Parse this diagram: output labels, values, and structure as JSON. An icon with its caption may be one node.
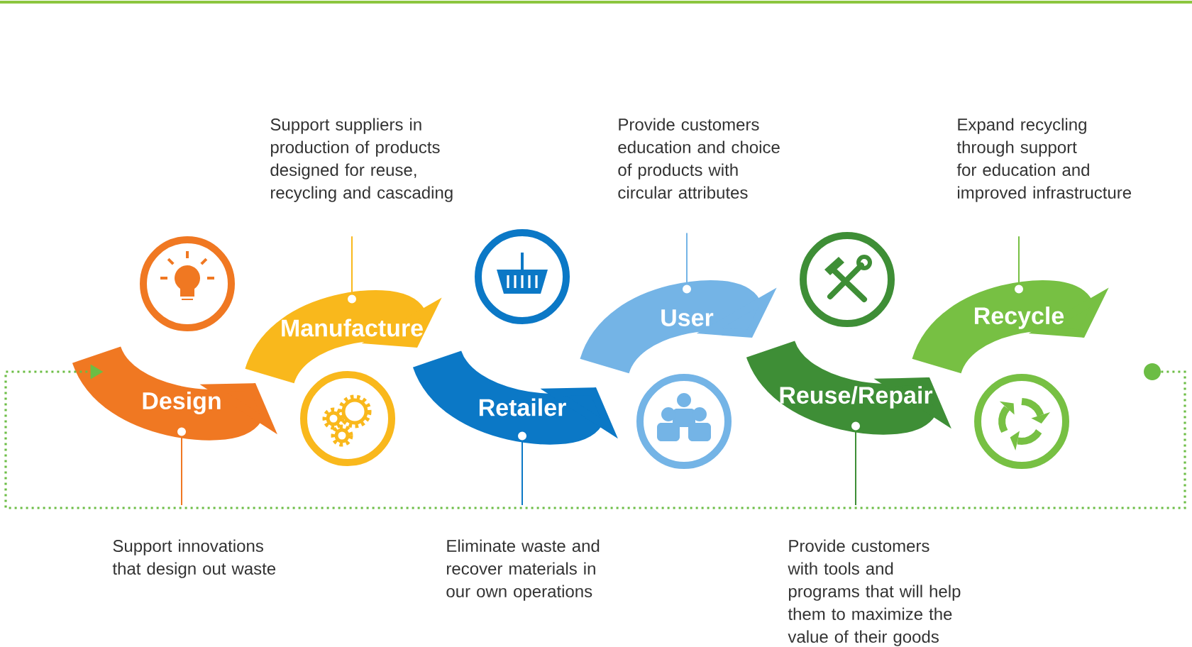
{
  "diagram": {
    "nodes": [
      {
        "text": [
          "Design"
        ]
      },
      {
        "text": [
          "Manufacture"
        ]
      },
      {
        "text": [
          "Retailer"
        ]
      },
      {
        "text": [
          "User"
        ]
      },
      {
        "text": [
          "Reuse/Repair"
        ]
      },
      {
        "text": [
          "Recycle"
        ]
      },
      {
        "text": [],
        "shape": "circle"
      },
      {
        "text": [],
        "shape": "circle"
      },
      {
        "text": [],
        "shape": "circle"
      },
      {
        "text": [],
        "shape": "circle"
      },
      {
        "text": [],
        "shape": "circle"
      },
      {
        "text": [],
        "shape": "circle"
      },
      {
        "text": [
          "Support suppliers in production of products designed for reuse, recycling and cascading"
        ]
      },
      {
        "text": [
          "Provide customers education and choice of products with circular attributes"
        ]
      },
      {
        "text": [
          "Expand recycling through support for education and improved infrastructure"
        ]
      },
      {
        "text": [
          "Support innovations that design out waste"
        ]
      },
      {
        "text": [
          "Eliminate waste and recover materials in our own operations"
        ]
      },
      {
        "text": [
          "Provide customers with tools and programs that will help them to maximize the value of their goods"
        ]
      },
      {
        "text": [],
        "shape": "circle"
      }
    ],
    "edges": [
      {
        "from": 12,
        "to": 1,
        "arrow": "other",
        "color": "#f9b81c"
      },
      {
        "from": 13,
        "to": 3,
        "arrow": "other",
        "color": "#74b4e6"
      },
      {
        "from": 14,
        "to": 5,
        "arrow": "other",
        "color": "#77c043"
      },
      {
        "from": 15,
        "to": 0,
        "arrow": "other",
        "color": "#f07822"
      },
      {
        "from": 16,
        "to": 2,
        "arrow": "other",
        "color": "#0b78c6"
      },
      {
        "from": 17,
        "to": 4,
        "arrow": "other",
        "color": "#3e8e36"
      },
      {
        "from": 18,
        "to": 0,
        "arrow": "to",
        "style": "dashed",
        "color": "#6cbd45"
      }
    ]
  }
}
